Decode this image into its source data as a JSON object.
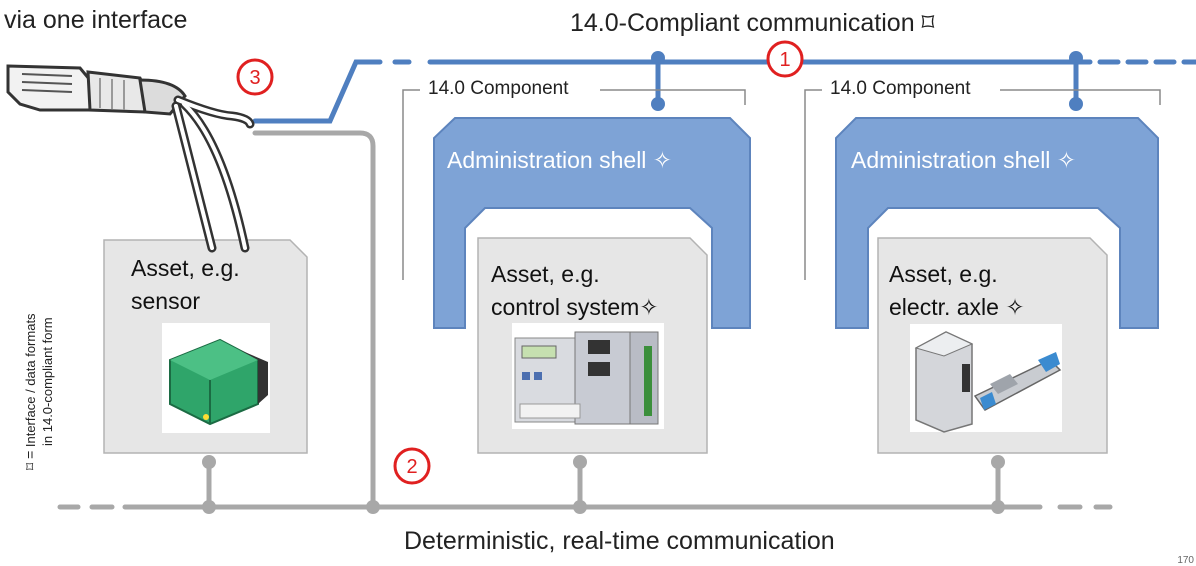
{
  "titles": {
    "left": "via one interface",
    "top": "14.0-Compliant communication ⌑",
    "bottom": "Deterministic, real-time communication"
  },
  "markers": {
    "one": "1",
    "two": "2",
    "three": "3"
  },
  "components": [
    {
      "label": "14.0 Component",
      "shell": "Administration shell ✧",
      "asset_line1": "Asset, e.g.",
      "asset_line2": "control system✧"
    },
    {
      "label": "14.0 Component",
      "shell": "Administration shell ✧",
      "asset_line1": "Asset, e.g.",
      "asset_line2": "electr. axle ✧"
    }
  ],
  "sensor_asset": {
    "line1": "Asset, e.g.",
    "line2": "sensor"
  },
  "legend": {
    "symbol": "⌑ =",
    "line1": "Interface / data formats",
    "line2": "in 14.0-compliant form"
  },
  "page_number": "170",
  "colors": {
    "blue_line": "#4f7fc0",
    "shell_fill": "#7ea3d6",
    "shell_stroke": "#5d84bd",
    "grey_line": "#a8a8a8",
    "asset_fill": "#e6e6e6",
    "marker_red": "#e02020"
  }
}
